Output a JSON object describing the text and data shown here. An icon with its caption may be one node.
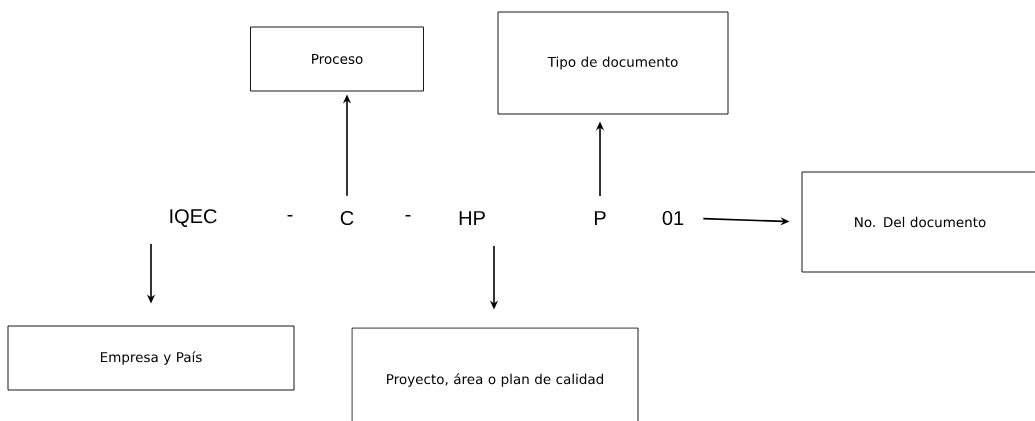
{
  "diagram": {
    "nodes": [
      {
        "text": [
          "Proceso"
        ]
      },
      {
        "text": [
          "Tipo de documento"
        ]
      },
      {
        "text": [
          "IQEC"
        ]
      },
      {
        "text": [
          "C"
        ]
      },
      {
        "text": [
          "HP"
        ]
      },
      {
        "text": [
          "P"
        ]
      },
      {
        "text": [
          "01"
        ]
      },
      {
        "text": [
          "No. Del documento"
        ]
      },
      {
        "text": [
          "Empresa y País"
        ]
      },
      {
        "text": [
          "Proyecto, área o plan de calidad"
        ]
      }
    ],
    "edges": [
      {
        "from": 3,
        "to": 0,
        "arrow": "to"
      },
      {
        "from": 5,
        "to": 1,
        "arrow": "to"
      },
      {
        "from": 6,
        "to": 7,
        "arrow": "to"
      },
      {
        "from": 2,
        "to": 8,
        "arrow": "to"
      },
      {
        "from": 4,
        "to": 9,
        "arrow": "to"
      }
    ],
    "labels": [
      "-",
      "-"
    ]
  }
}
